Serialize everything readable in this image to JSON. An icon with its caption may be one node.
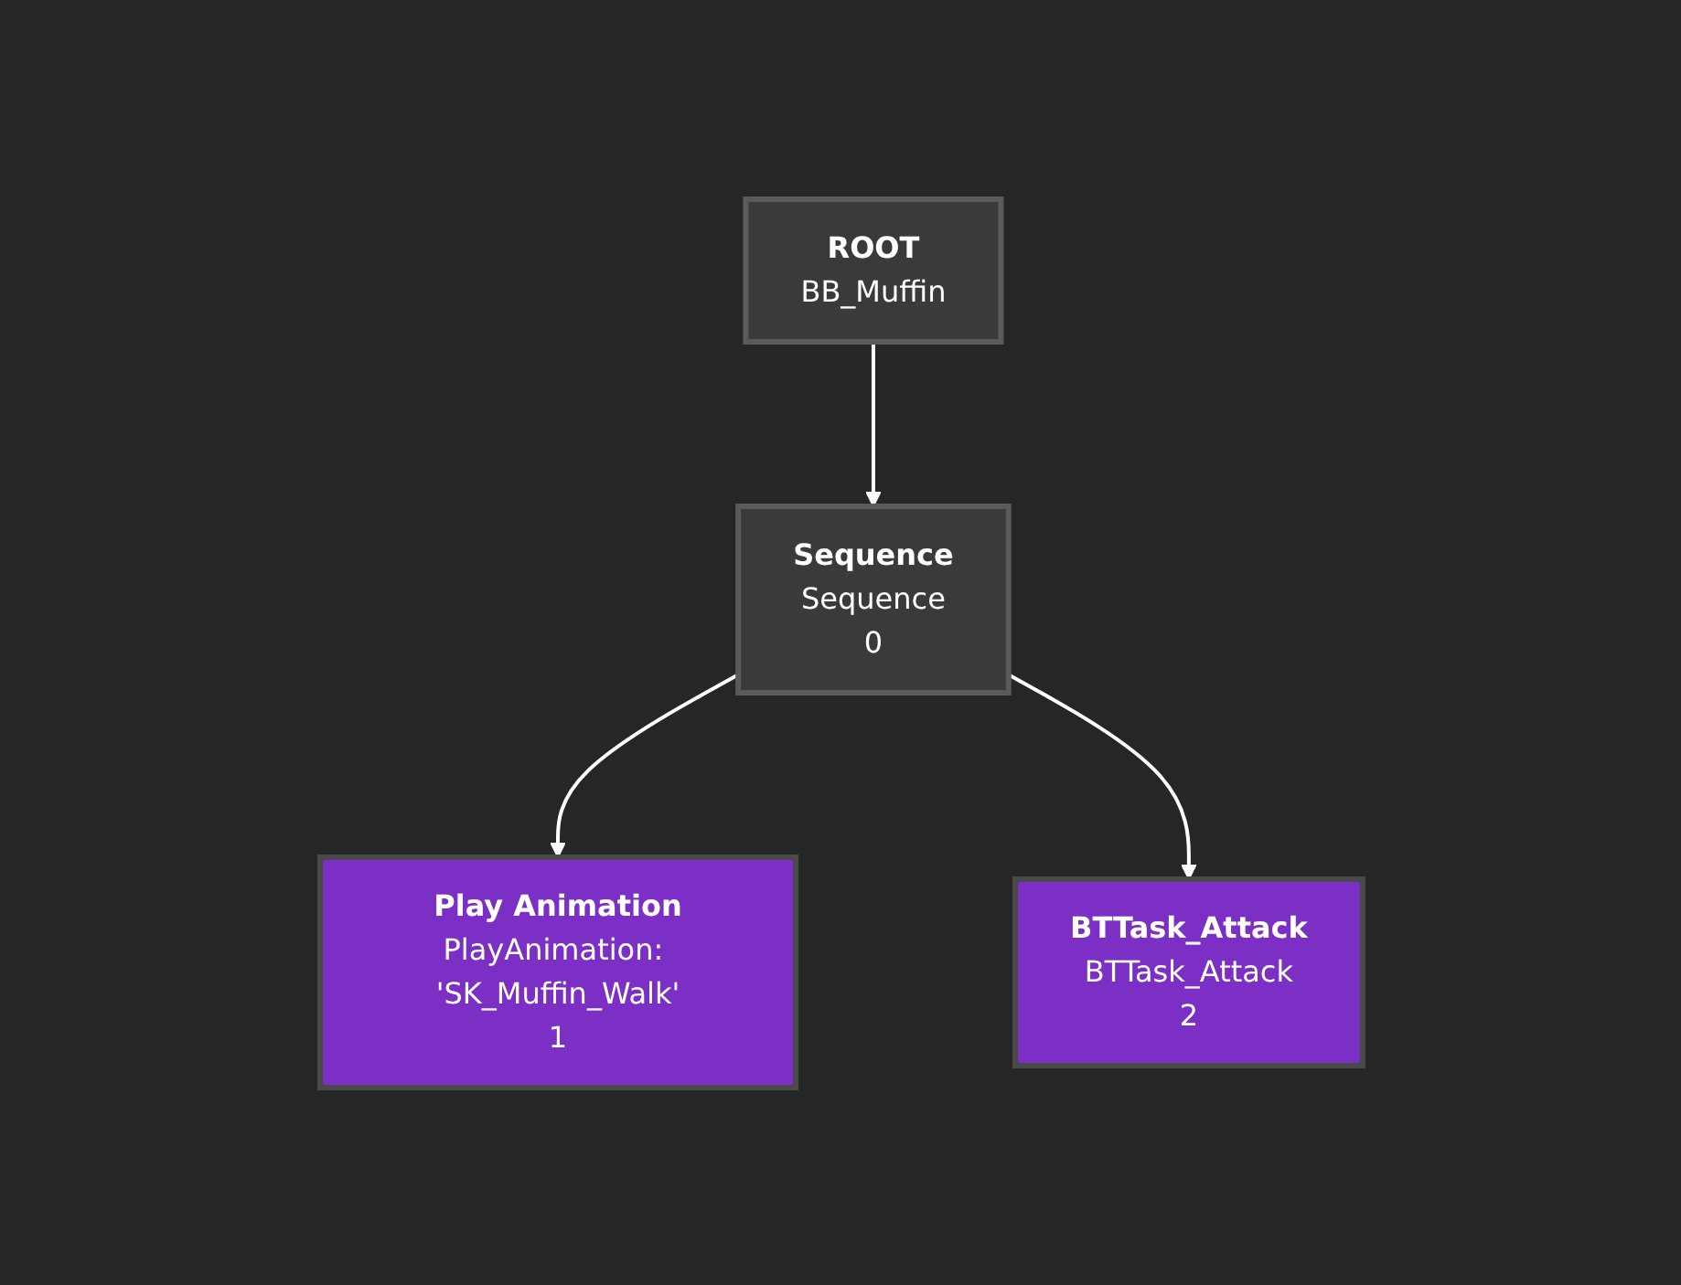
{
  "diagram": {
    "nodes": [
      {
        "text": [
          "ROOT",
          "BB_Muffin"
        ]
      },
      {
        "text": [
          "Sequence",
          "Sequence",
          "0"
        ]
      },
      {
        "text": [
          "Play Animation",
          "PlayAnimation: 'SK_Muffin_Walk'",
          "1"
        ]
      },
      {
        "text": [
          "BTTask_Attack",
          "BTTask_Attack",
          "2"
        ]
      }
    ],
    "edges": [
      {
        "from": 0,
        "to": 1,
        "arrow": "to"
      },
      {
        "from": 1,
        "to": 2,
        "arrow": "to"
      },
      {
        "from": 1,
        "to": 3,
        "arrow": "to"
      }
    ]
  }
}
